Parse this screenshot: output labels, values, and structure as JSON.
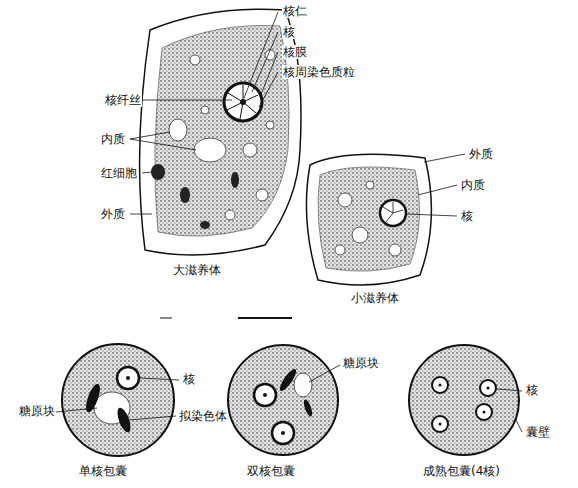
{
  "diagram": {
    "labels": [
      "核仁",
      "核",
      "核膜",
      "核周染色质粒",
      "核纤丝",
      "内质",
      "红细胞",
      "外质",
      "大滋养体",
      "外质",
      "内质",
      "核",
      "小滋养体",
      "核",
      "糖原块",
      "拟染色体",
      "单核包囊",
      "糖原块",
      "双核包囊",
      "核",
      "囊壁",
      "成熟包囊(4核)"
    ]
  }
}
